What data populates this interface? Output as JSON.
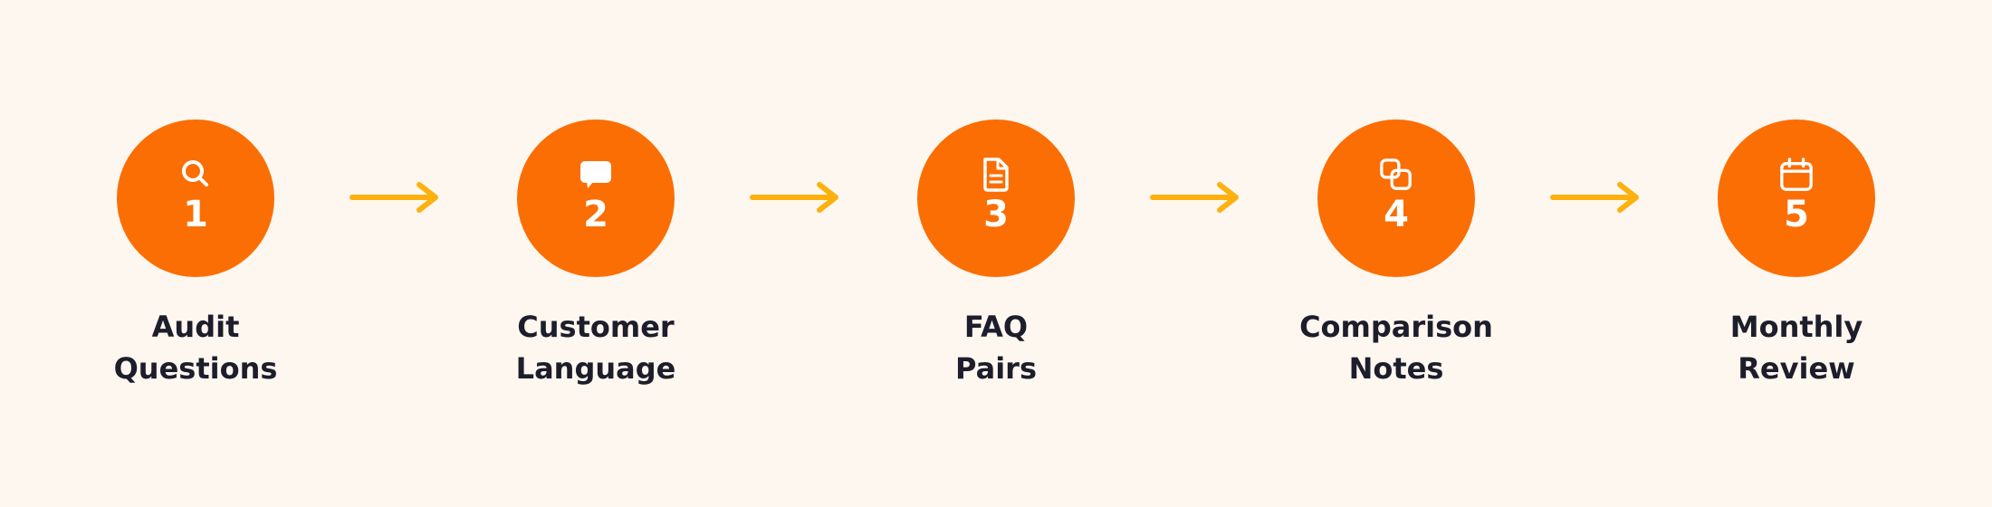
{
  "colors": {
    "background": "#FDF7F0",
    "circle": "#FB6E03",
    "arrow": "#FDB10F",
    "text": "#1D1D2B",
    "icon": "#FFFFFF"
  },
  "steps": [
    {
      "number": "1",
      "icon": "search-icon",
      "label_line1": "Audit",
      "label_line2": "Questions"
    },
    {
      "number": "2",
      "icon": "chat-bubble-icon",
      "label_line1": "Customer",
      "label_line2": "Language"
    },
    {
      "number": "3",
      "icon": "document-icon",
      "label_line1": "FAQ",
      "label_line2": "Pairs"
    },
    {
      "number": "4",
      "icon": "overlap-squares-icon",
      "label_line1": "Comparison",
      "label_line2": "Notes"
    },
    {
      "number": "5",
      "icon": "calendar-icon",
      "label_line1": "Monthly",
      "label_line2": "Review"
    }
  ],
  "connectors": [
    "arrow-right-icon",
    "arrow-right-icon",
    "arrow-right-icon",
    "arrow-right-icon"
  ]
}
